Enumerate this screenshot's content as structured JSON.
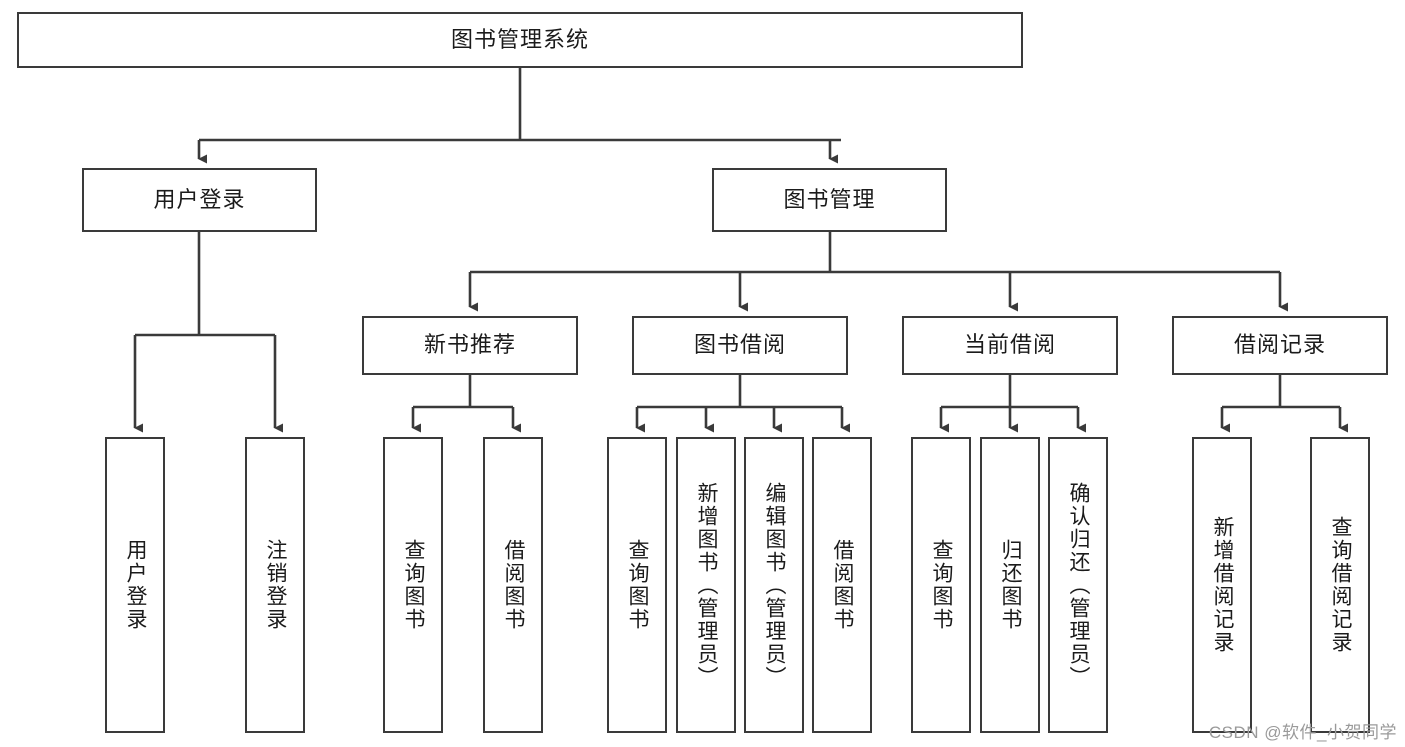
{
  "diagram": {
    "type": "tree-hierarchy",
    "title": "图书管理系统",
    "watermark": "CSDN @软件_小贺同学",
    "colors": {
      "stroke": "#3a3a3a",
      "fill": "#ffffff",
      "text": "#1b1b1b",
      "watermark": "#9a9a9a"
    },
    "levels": {
      "root": {
        "label": "图书管理系统"
      },
      "level2": [
        {
          "id": "user-login",
          "label": "用户登录"
        },
        {
          "id": "book-management",
          "label": "图书管理"
        }
      ],
      "level3": [
        {
          "id": "new-book-recommend",
          "label": "新书推荐",
          "parent": "book-management"
        },
        {
          "id": "book-borrow",
          "label": "图书借阅",
          "parent": "book-management"
        },
        {
          "id": "current-borrow",
          "label": "当前借阅",
          "parent": "book-management"
        },
        {
          "id": "borrow-record",
          "label": "借阅记录",
          "parent": "book-management"
        }
      ],
      "leaves": [
        {
          "id": "leaf-user-login",
          "label": "用户登录",
          "parent": "user-login"
        },
        {
          "id": "leaf-logout-login",
          "label": "注销登录",
          "parent": "user-login"
        },
        {
          "id": "leaf-query-book-1",
          "label": "查询图书",
          "parent": "new-book-recommend"
        },
        {
          "id": "leaf-borrow-book-1",
          "label": "借阅图书",
          "parent": "new-book-recommend"
        },
        {
          "id": "leaf-query-book-2",
          "label": "查询图书",
          "parent": "book-borrow"
        },
        {
          "id": "leaf-add-book",
          "label": "新增图书（管理员）",
          "parent": "book-borrow"
        },
        {
          "id": "leaf-edit-book",
          "label": "编辑图书（管理员）",
          "parent": "book-borrow"
        },
        {
          "id": "leaf-borrow-book-2",
          "label": "借阅图书",
          "parent": "book-borrow"
        },
        {
          "id": "leaf-query-book-3",
          "label": "查询图书",
          "parent": "current-borrow"
        },
        {
          "id": "leaf-return-book",
          "label": "归还图书",
          "parent": "current-borrow"
        },
        {
          "id": "leaf-confirm-return",
          "label": "确认归还（管理员）",
          "parent": "current-borrow"
        },
        {
          "id": "leaf-add-record",
          "label": "新增借阅记录",
          "parent": "borrow-record"
        },
        {
          "id": "leaf-query-record",
          "label": "查询借阅记录",
          "parent": "borrow-record"
        }
      ]
    }
  }
}
